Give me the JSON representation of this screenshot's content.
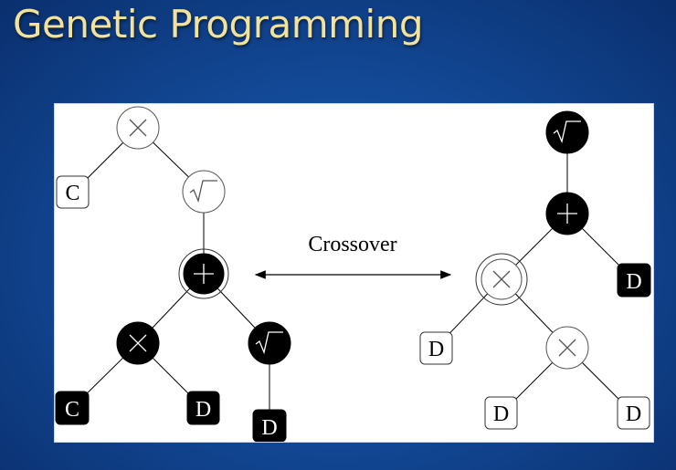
{
  "slide": {
    "title": "Genetic Programming"
  },
  "diagram": {
    "label": "Crossover",
    "operators": {
      "times": "×",
      "sqrt": "√",
      "plus": "+"
    },
    "leaves": {
      "c": "C",
      "d": "D"
    }
  },
  "colors": {
    "selected_fill": "#000000",
    "unselected_fill": "#ffffff",
    "title_color": "#f3e39a"
  }
}
